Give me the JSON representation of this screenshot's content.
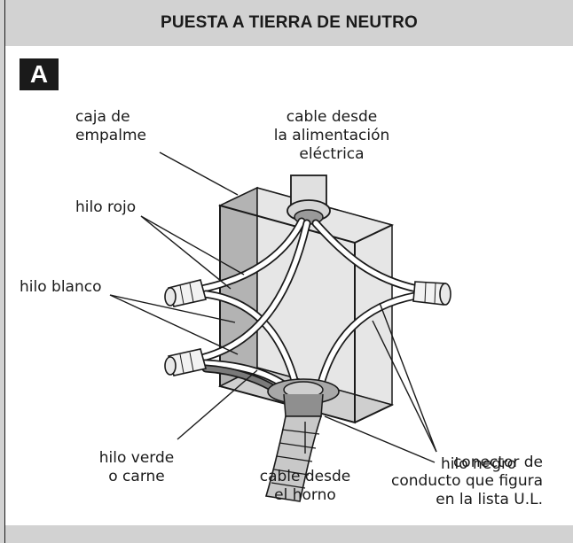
{
  "title": "PUESTA A TIERRA DE NEUTRO",
  "panel_letter": "A",
  "labels": {
    "junction_box": [
      "caja de",
      "empalme"
    ],
    "power_cable": [
      "cable desde",
      "la alimentación",
      "eléctrica"
    ],
    "red_wire": "hilo rojo",
    "white_wire": "hilo blanco",
    "black_wire": "hilo negro",
    "green_wire": [
      "hilo verde",
      "o carne"
    ],
    "oven_cable": [
      "cable desde",
      "el horno"
    ],
    "conduit_connector": [
      "conector de",
      "conducto que figura",
      "en la lista U.L."
    ]
  }
}
